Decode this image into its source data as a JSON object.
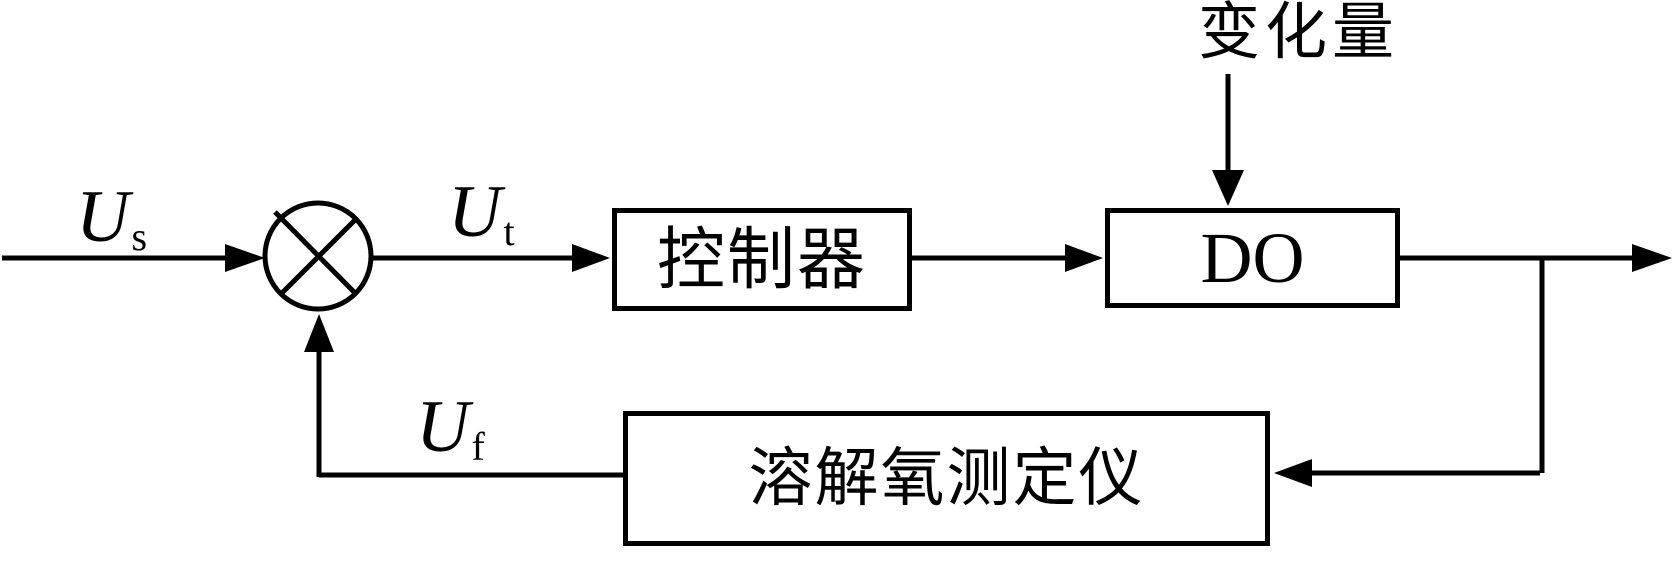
{
  "diagram": {
    "description": "Feedback control loop block diagram for dissolved oxygen control",
    "signals": {
      "setpoint": {
        "base": "U",
        "sub": "s"
      },
      "control": {
        "base": "U",
        "sub": "t"
      },
      "feedback": {
        "base": "U",
        "sub": "f"
      }
    },
    "disturbance_label": "变化量",
    "blocks": {
      "controller": "控制器",
      "plant": "DO",
      "sensor": "溶解氧测定仪"
    },
    "colors": {
      "line": "#000000",
      "background": "#ffffff"
    }
  }
}
